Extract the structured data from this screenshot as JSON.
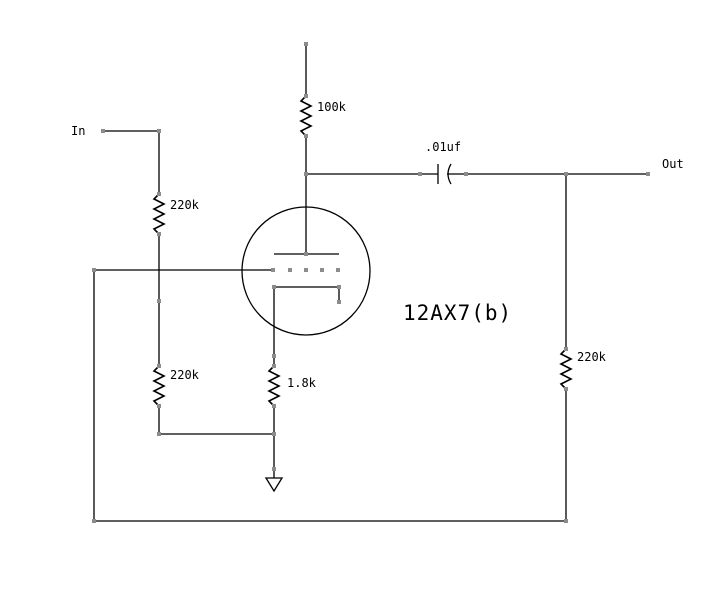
{
  "labels": {
    "input": "In",
    "output": "Out",
    "plate_resistor": "100k",
    "coupling_cap": ".01uf",
    "divider_top": "220k",
    "divider_bottom": "220k",
    "cathode_resistor": "1.8k",
    "load_resistor": "220k",
    "tube": "12AX7(b)"
  }
}
